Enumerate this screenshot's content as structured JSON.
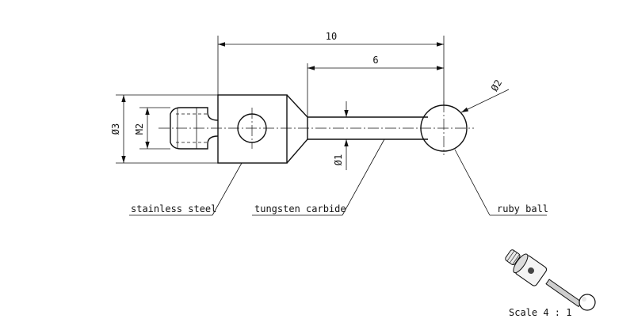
{
  "dimensions": {
    "overall_length": "10",
    "stem_length": "6",
    "body_diameter": "Ø3",
    "thread": "M2",
    "stem_diameter": "Ø1",
    "ball_diameter": "Ø2"
  },
  "callouts": {
    "body_material": "stainless steel",
    "stem_material": "tungsten carbide",
    "tip_material": "ruby ball"
  },
  "scale_label": "Scale 4 : 1"
}
